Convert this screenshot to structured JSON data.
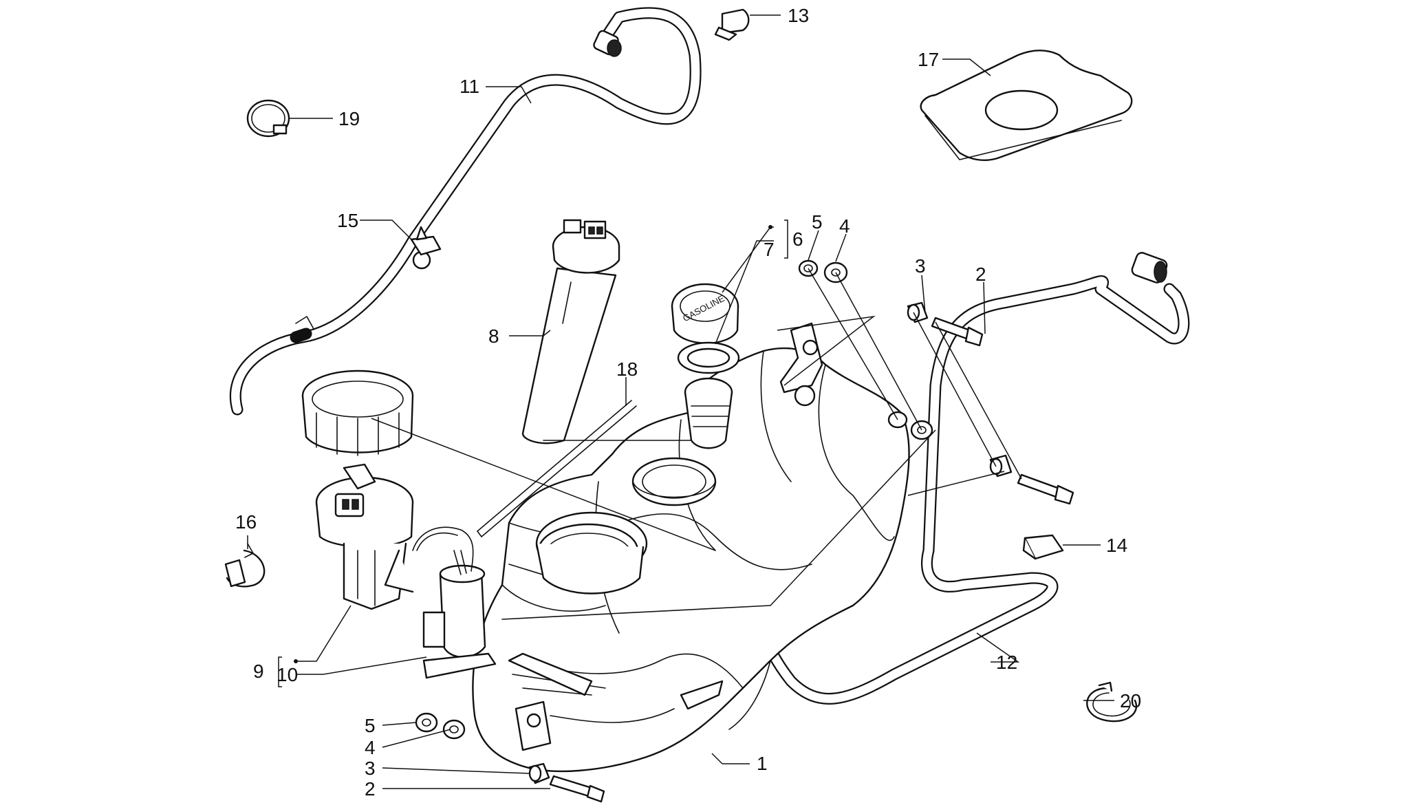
{
  "callouts": [
    {
      "id": "c1",
      "label": "1"
    },
    {
      "id": "c2a",
      "label": "2"
    },
    {
      "id": "c2b",
      "label": "2"
    },
    {
      "id": "c3a",
      "label": "3"
    },
    {
      "id": "c3b",
      "label": "3"
    },
    {
      "id": "c4a",
      "label": "4"
    },
    {
      "id": "c4b",
      "label": "4"
    },
    {
      "id": "c5a",
      "label": "5"
    },
    {
      "id": "c5b",
      "label": "5"
    },
    {
      "id": "c6",
      "label": "6"
    },
    {
      "id": "c7",
      "label": "7"
    },
    {
      "id": "c8",
      "label": "8"
    },
    {
      "id": "c9",
      "label": "9"
    },
    {
      "id": "c10",
      "label": "10"
    },
    {
      "id": "c11",
      "label": "11"
    },
    {
      "id": "c12",
      "label": "12"
    },
    {
      "id": "c13",
      "label": "13"
    },
    {
      "id": "c14",
      "label": "14"
    },
    {
      "id": "c15",
      "label": "15"
    },
    {
      "id": "c16",
      "label": "16"
    },
    {
      "id": "c17",
      "label": "17"
    },
    {
      "id": "c18",
      "label": "18"
    },
    {
      "id": "c19",
      "label": "19"
    },
    {
      "id": "c20",
      "label": "20"
    }
  ],
  "cap_text": "GASOLINE",
  "colors": {
    "line": "#111111",
    "background": "#ffffff"
  }
}
